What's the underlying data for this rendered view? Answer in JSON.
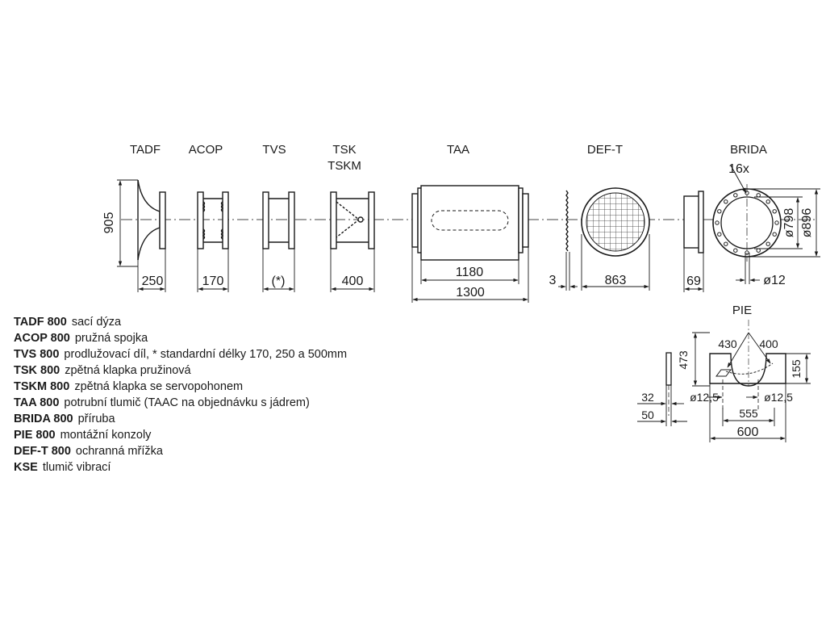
{
  "components": {
    "tadf": {
      "label": "TADF",
      "dim_height": "905",
      "dim_width": "250"
    },
    "acop": {
      "label": "ACOP",
      "dim_width": "170"
    },
    "tvs": {
      "label": "TVS",
      "dim_width": "(*)"
    },
    "tsk": {
      "label_1": "TSK",
      "label_2": "TSKM",
      "dim_width": "400"
    },
    "taa": {
      "label": "TAA",
      "dim_inner": "1180",
      "dim_outer": "1300"
    },
    "deft": {
      "label": "DEF-T",
      "dim_grid": "3",
      "dim_width": "863"
    },
    "brida": {
      "label": "BRIDA",
      "holes": "16x",
      "dim_width": "69",
      "dia_outer": "ø896",
      "dia_inner": "ø798",
      "dia_hole": "ø12"
    },
    "pie": {
      "label": "PIE",
      "d473": "473",
      "d430": "430",
      "d400": "400",
      "d155": "155",
      "d32": "32",
      "d50": "50",
      "d12a": "ø12,5",
      "d12b": "ø12,5",
      "d555": "555",
      "d600": "600"
    }
  },
  "legend": [
    {
      "code": "TADF 800",
      "desc": "sací dýza"
    },
    {
      "code": "ACOP 800",
      "desc": "pružná spojka"
    },
    {
      "code": "TVS 800",
      "desc": "prodlužovací díl, * standardní délky 170, 250 a 500mm"
    },
    {
      "code": "TSK 800",
      "desc": "zpětná klapka pružinová"
    },
    {
      "code": "TSKM 800",
      "desc": "zpětná klapka se servopohonem"
    },
    {
      "code": "TAA 800",
      "desc": "potrubní tlumič (TAAC na objednávku s jádrem)"
    },
    {
      "code": "BRIDA 800",
      "desc": "příruba"
    },
    {
      "code": "PIE 800",
      "desc": "montážní konzoly"
    },
    {
      "code": "DEF-T 800",
      "desc": "ochranná mřížka"
    },
    {
      "code": "KSE",
      "desc": "tlumič vibrací"
    }
  ]
}
